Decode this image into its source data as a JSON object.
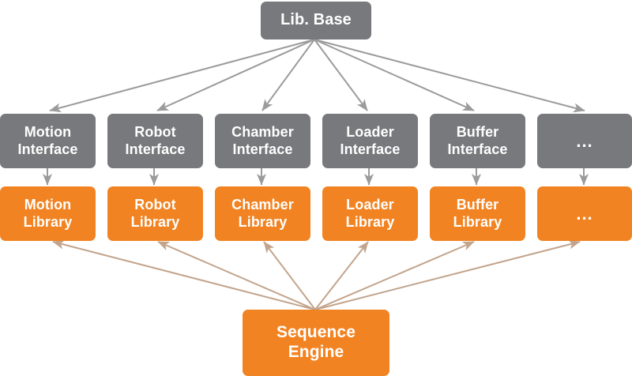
{
  "diagram": {
    "title": "Library architecture layering diagram",
    "colors": {
      "gray": "#78797c",
      "orange": "#f28322",
      "gray_arrow": "#9b9b9b",
      "tan_arrow": "#c2a48c",
      "background": "#ffffff",
      "text": "#ffffff"
    },
    "base": {
      "label": "Lib. Base"
    },
    "interfaces": [
      {
        "label": "Motion\nInterface"
      },
      {
        "label": "Robot\nInterface"
      },
      {
        "label": "Chamber\nInterface"
      },
      {
        "label": "Loader\nInterface"
      },
      {
        "label": "Buffer\nInterface"
      },
      {
        "label": "..."
      }
    ],
    "libraries": [
      {
        "label": "Motion\nLibrary"
      },
      {
        "label": "Robot\nLibrary"
      },
      {
        "label": "Chamber\nLibrary"
      },
      {
        "label": "Loader\nLibrary"
      },
      {
        "label": "Buffer\nLibrary"
      },
      {
        "label": "..."
      }
    ],
    "engine": {
      "label": "Sequence\nEngine"
    }
  }
}
